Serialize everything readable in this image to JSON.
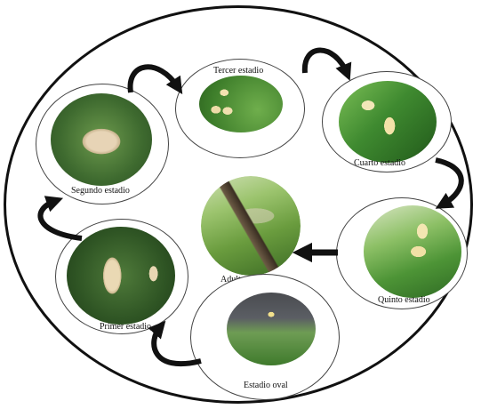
{
  "diagram": {
    "stages": [
      {
        "id": "tercer",
        "label": "Tercer estadio"
      },
      {
        "id": "cuarto",
        "label": "Cuarto estadio"
      },
      {
        "id": "segundo",
        "label": "Segundo estadio"
      },
      {
        "id": "quinto",
        "label": "Quinto estadio"
      },
      {
        "id": "adulto",
        "label": "Adulto definido"
      },
      {
        "id": "primer",
        "label": "Primer estadio"
      },
      {
        "id": "oval",
        "label": "Estadio oval"
      }
    ],
    "flow": [
      [
        "oval",
        "primer"
      ],
      [
        "primer",
        "segundo"
      ],
      [
        "segundo",
        "tercer"
      ],
      [
        "tercer",
        "cuarto"
      ],
      [
        "cuarto",
        "quinto"
      ],
      [
        "quinto",
        "adulto"
      ]
    ],
    "colors": {
      "arrow": "#111111",
      "outline": "#111111"
    }
  }
}
